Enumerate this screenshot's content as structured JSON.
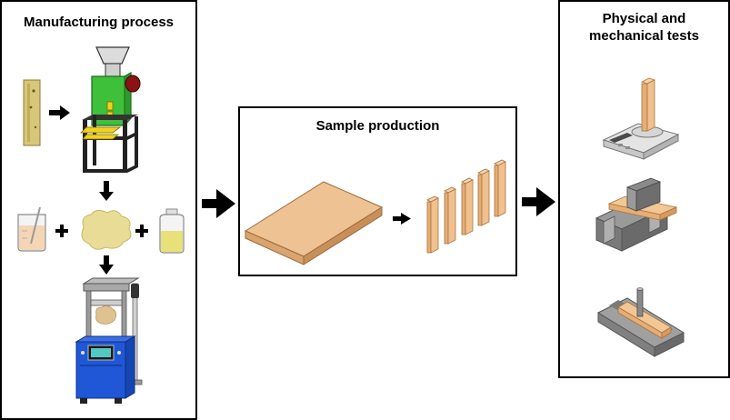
{
  "panels": {
    "manufacturing": {
      "title": "Manufacturing process"
    },
    "sample": {
      "title": "Sample production"
    },
    "tests": {
      "title": "Physical and\nmechanical tests"
    }
  },
  "colors": {
    "border": "#000000",
    "machine_green": "#3fc03a",
    "press_blue": "#1f57d6",
    "board_wood": "#eec292",
    "stick_wood": "#f0c18f",
    "resin_yellow": "#e8e078"
  },
  "icons": [
    "raw-material-stick-icon",
    "grinder-machine-icon",
    "beaker-icon",
    "particle-mass-icon",
    "adhesive-bottle-icon",
    "hot-press-icon",
    "wood-board-icon",
    "sample-strip-icon",
    "balance-scale-icon",
    "bending-test-icon",
    "hardness-test-icon"
  ]
}
